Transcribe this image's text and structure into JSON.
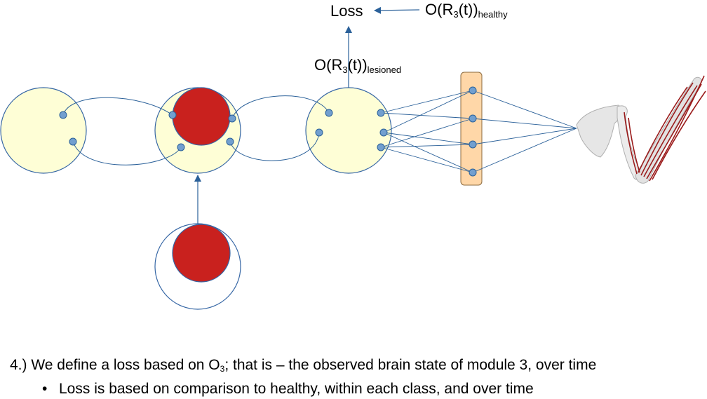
{
  "labels": {
    "loss": "Loss",
    "healthy": {
      "prefix": "O(R",
      "sub": "3",
      "suffix": "(t))",
      "subscript": "healthy"
    },
    "lesioned": {
      "prefix": "O(R",
      "sub": "3",
      "suffix": "(t))",
      "subscript": "lesioned"
    }
  },
  "caption": {
    "before": "4.) We define a loss based on O",
    "sub": "3",
    "after": "; that is – the observed brain state of module 3, over time"
  },
  "bullet": {
    "marker": "•",
    "text": "Loss is based on comparison to healthy, within each class, and over time"
  },
  "colors": {
    "module_fill": "#fefed6",
    "module_stroke": "#3465a4",
    "lesion_fill": "#c9211e",
    "node_fill": "#729fcf",
    "line": "#2a6099",
    "readout_fill": "#ffd7a8",
    "readout_stroke": "#8b6a3e",
    "bone": "#e6e6e6",
    "muscle": "#9b1c1c"
  }
}
